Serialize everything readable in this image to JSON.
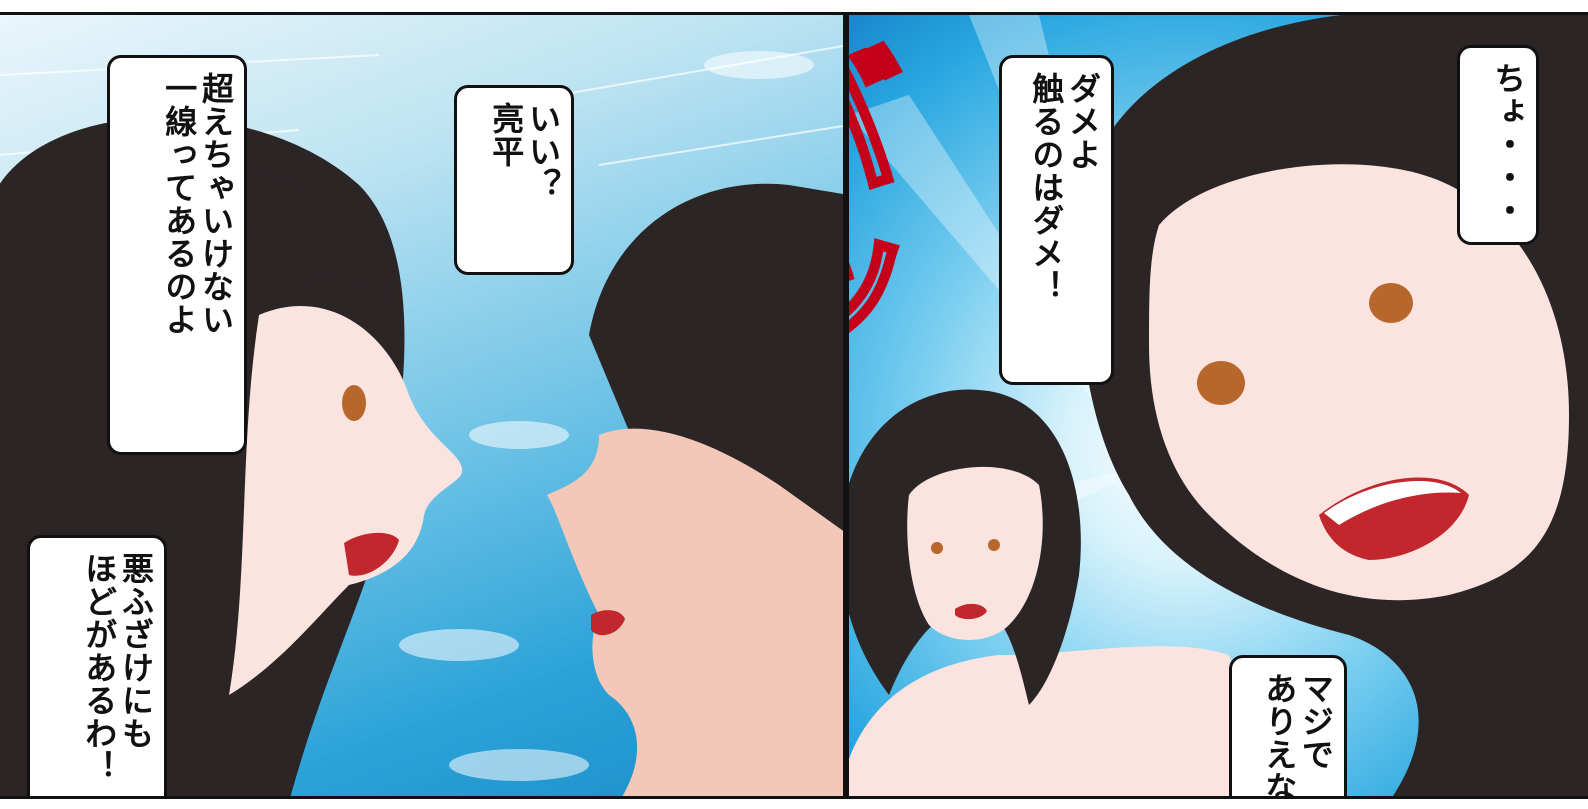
{
  "panels": {
    "left": {
      "bubble_rules": "超えちゃいけない\n一線ってあるのよ",
      "bubble_ii": "いい？\n亮平",
      "bubble_joke": "悪ふざけにも\nほどがあるわ！"
    },
    "right": {
      "bubble_dame": "ダメよ\n触るのはダメ！",
      "bubble_cho": "ちょ・・・",
      "bubble_maji": "マジで\nありえな",
      "sfx": "バッ"
    }
  },
  "colors": {
    "hair": "#2b2526",
    "skin": "#fbe3df",
    "sky_light": "#eaf6fb",
    "sky_deep": "#1d8cc7",
    "sfx_red": "#c4001a",
    "eye": "#b8672c",
    "mouth": "#c1272d"
  }
}
